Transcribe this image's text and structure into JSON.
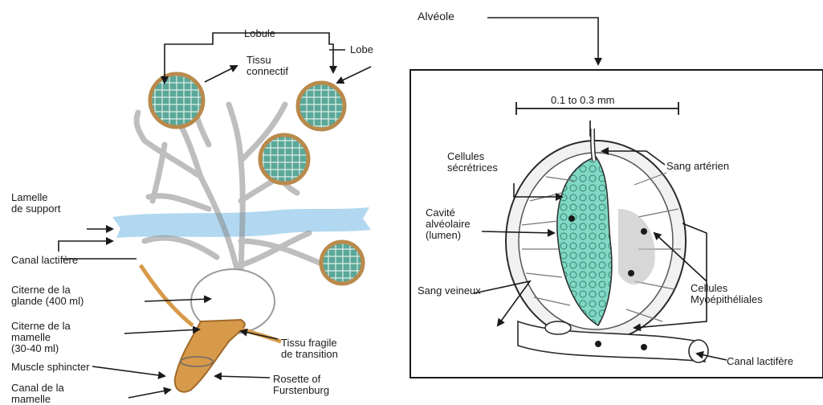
{
  "labels": {
    "alveole": "Alvéole",
    "lobule": "Lobule",
    "lobe": "Lobe",
    "tissu_connectif": [
      "Tissu",
      "connectif"
    ],
    "lamelle": [
      "Lamelle",
      "de support"
    ],
    "canal_lactifere_left": "Canal lactifère",
    "citerne_glande": [
      "Citerne de la",
      "glande (400 ml)"
    ],
    "citerne_mamelle": [
      "Citerne de la",
      "mamelle",
      "(30-40 ml)"
    ],
    "tissu_fragile": [
      "Tissu fragile",
      "de transition"
    ],
    "muscle_sphincter": "Muscle sphincter",
    "rosette": [
      "Rosette of",
      "Furstenburg"
    ],
    "canal_mamelle": [
      "Canal de la",
      "mamelle"
    ],
    "scale": "0.1 to 0.3 mm",
    "cellules_secretrices": [
      "Cellules",
      "sécrétrices"
    ],
    "sang_arteriel": "Sang artérien",
    "cavite": [
      "Cavité",
      "alvéolaire",
      "(lumen)"
    ],
    "sang_veineux": "Sang veineux",
    "myo": [
      "Cellules",
      "Myoépithéliales"
    ],
    "canal_lactifere_right": "Canal lactifère"
  },
  "colors": {
    "lobule_fill": "#5aa89a",
    "lobule_border": "#b98a4c",
    "lamelle": "#a8d4ee",
    "citerne_orange": "#d79a4a",
    "alveole_cells": "#7fd9c4",
    "line": "#1a1a1a"
  }
}
